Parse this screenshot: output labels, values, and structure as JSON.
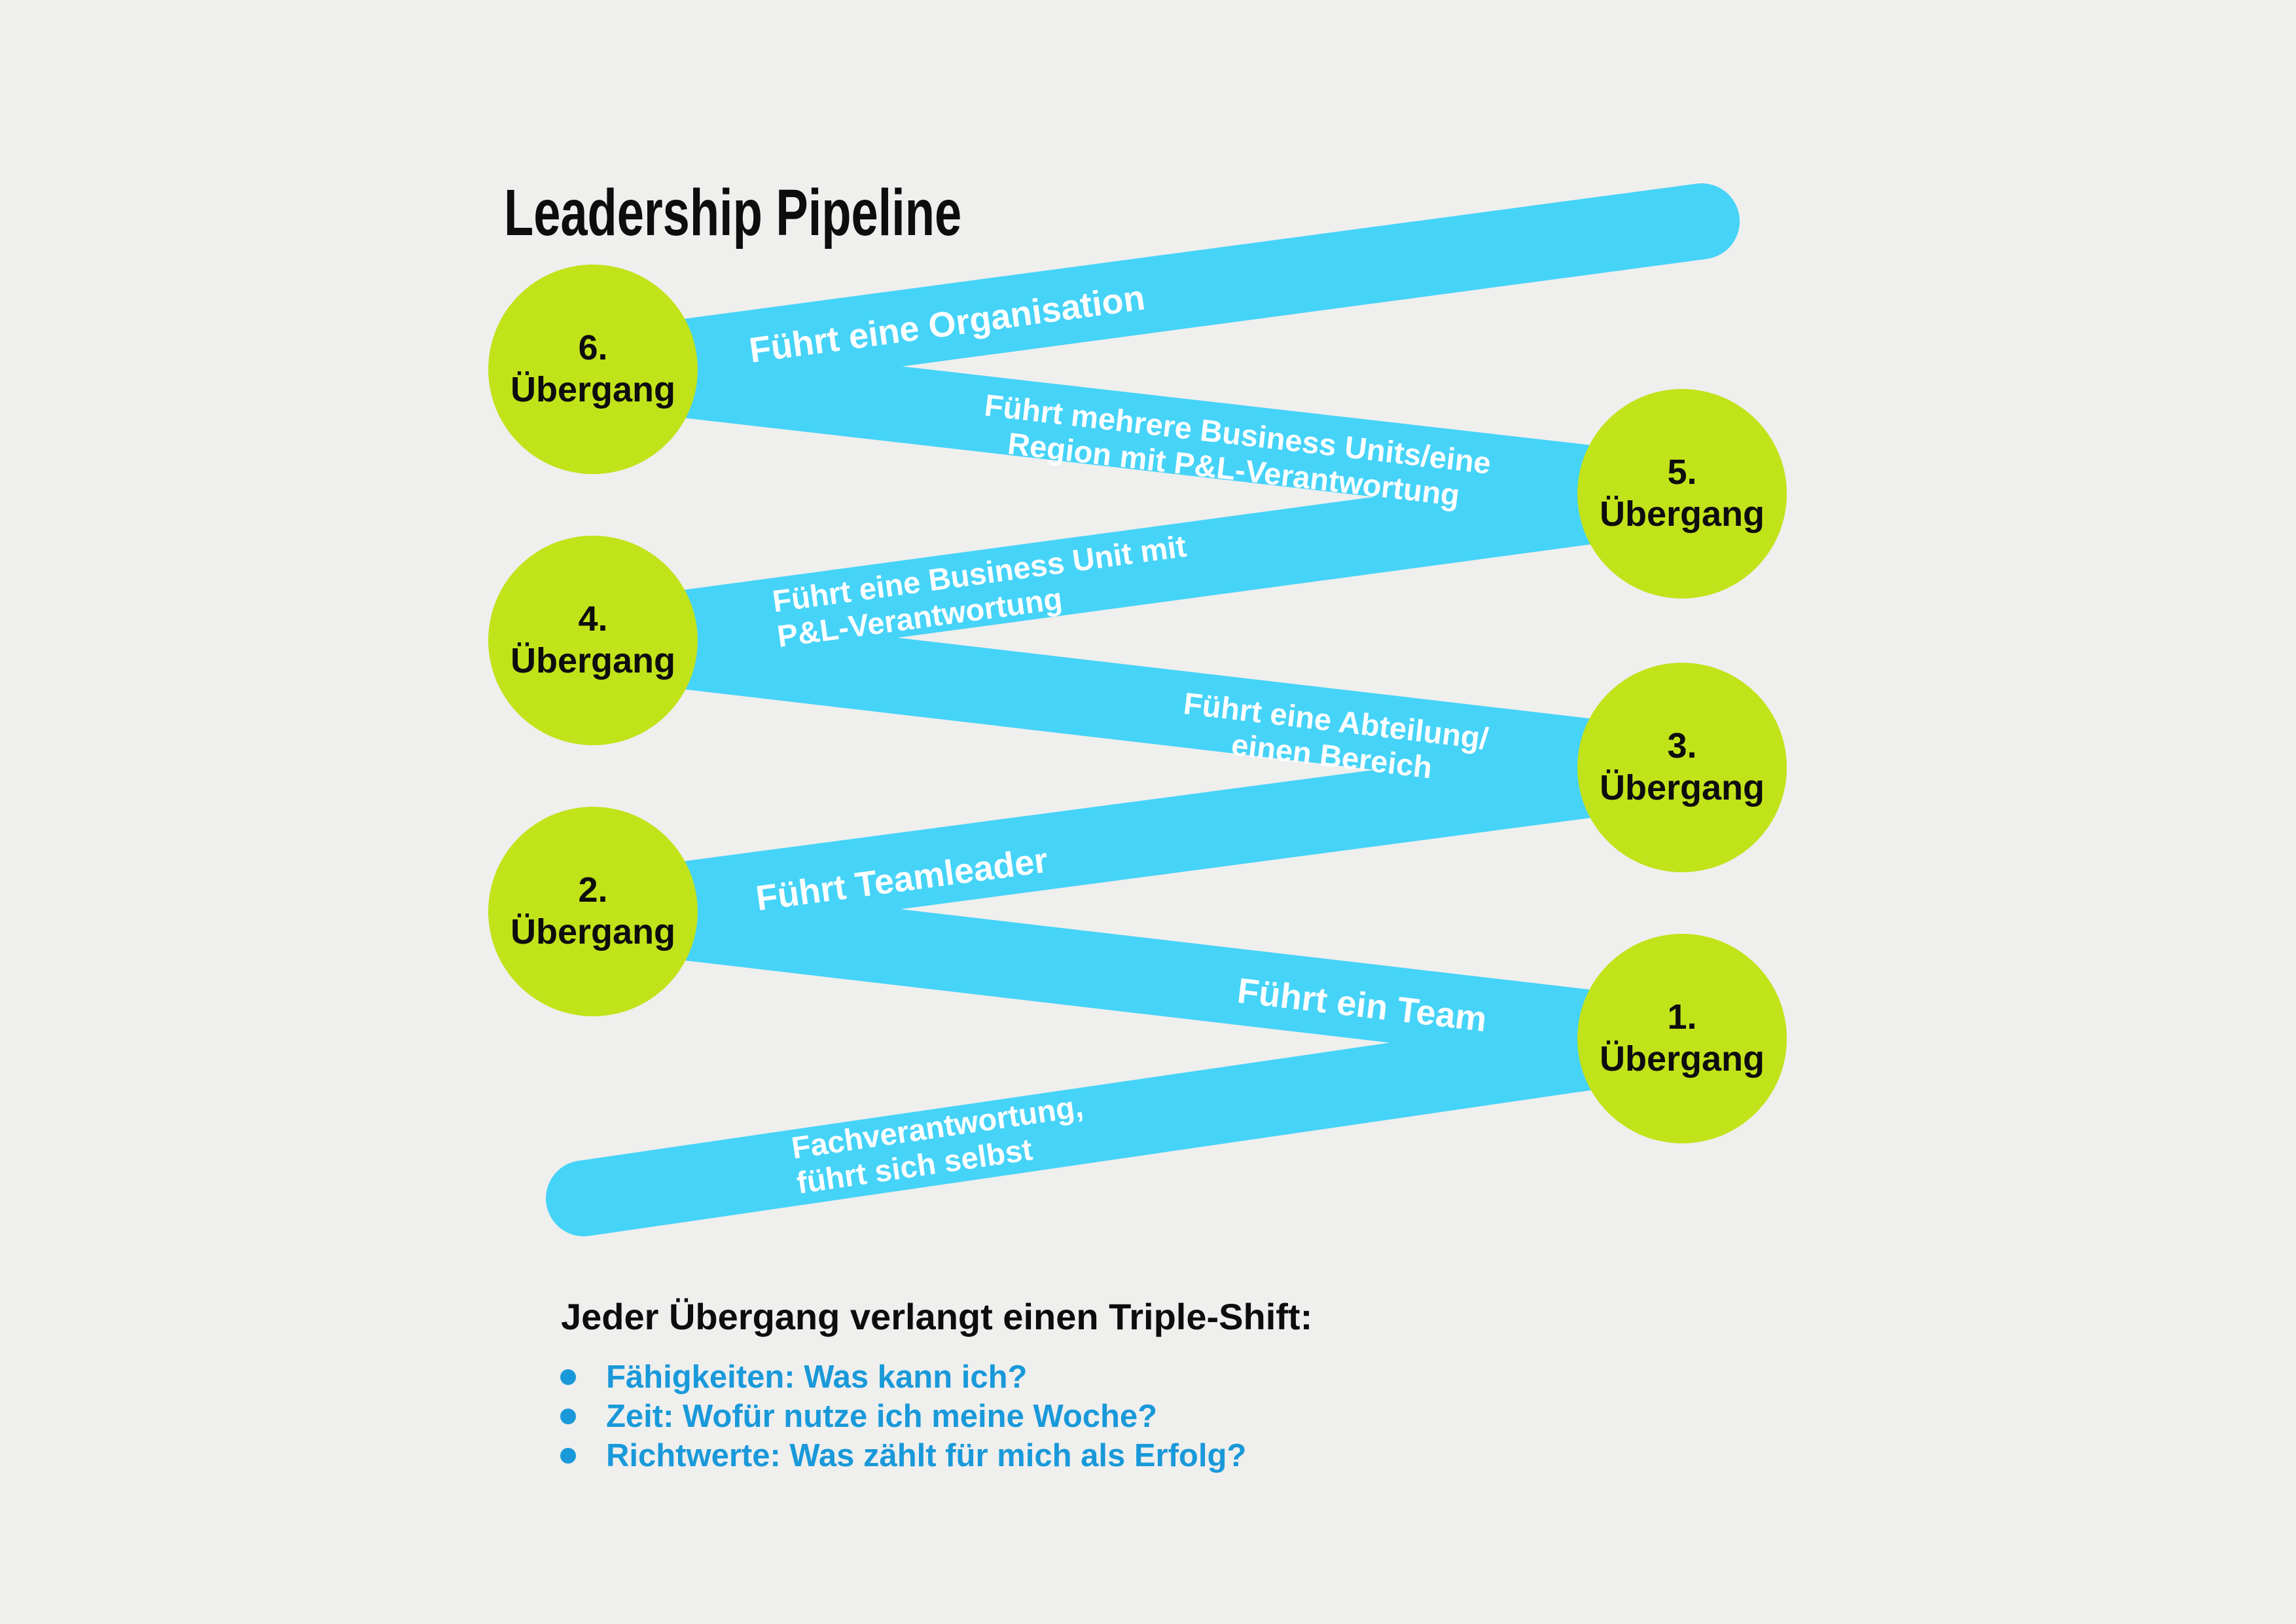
{
  "title": "Leadership Pipeline",
  "colors": {
    "background": "#efefee",
    "ribbon_blue": "#46d3f8",
    "circle_green": "#c0e31a",
    "bullet_blue": "#1999d9",
    "heading_black": "#0d0d0d",
    "bar_text_white": "#ffffff"
  },
  "pipeline": {
    "circles": [
      {
        "number": "6.",
        "label": "Übergang"
      },
      {
        "number": "5.",
        "label": "Übergang"
      },
      {
        "number": "4.",
        "label": "Übergang"
      },
      {
        "number": "3.",
        "label": "Übergang"
      },
      {
        "number": "2.",
        "label": "Übergang"
      },
      {
        "number": "1.",
        "label": "Übergang"
      }
    ],
    "bars": [
      {
        "text": "Führt eine Organisation"
      },
      {
        "text": "Führt mehrere Business Units/eine\nRegion mit P&L-Verantwortung"
      },
      {
        "text": "Führt eine Business Unit mit\nP&L-Verantwortung"
      },
      {
        "text": "Führt eine Abteilung/\neinen Bereich"
      },
      {
        "text": "Führt Teamleader"
      },
      {
        "text": "Führt ein Team"
      },
      {
        "text": "Fachverantwortung,\nführt sich selbst"
      }
    ]
  },
  "footer": {
    "heading": "Jeder Übergang verlangt einen Triple-Shift:",
    "bullets": [
      "Fähigkeiten: Was kann ich?",
      "Zeit: Wofür nutze ich meine Woche?",
      "Richtwerte: Was zählt für mich als Erfolg?"
    ]
  }
}
